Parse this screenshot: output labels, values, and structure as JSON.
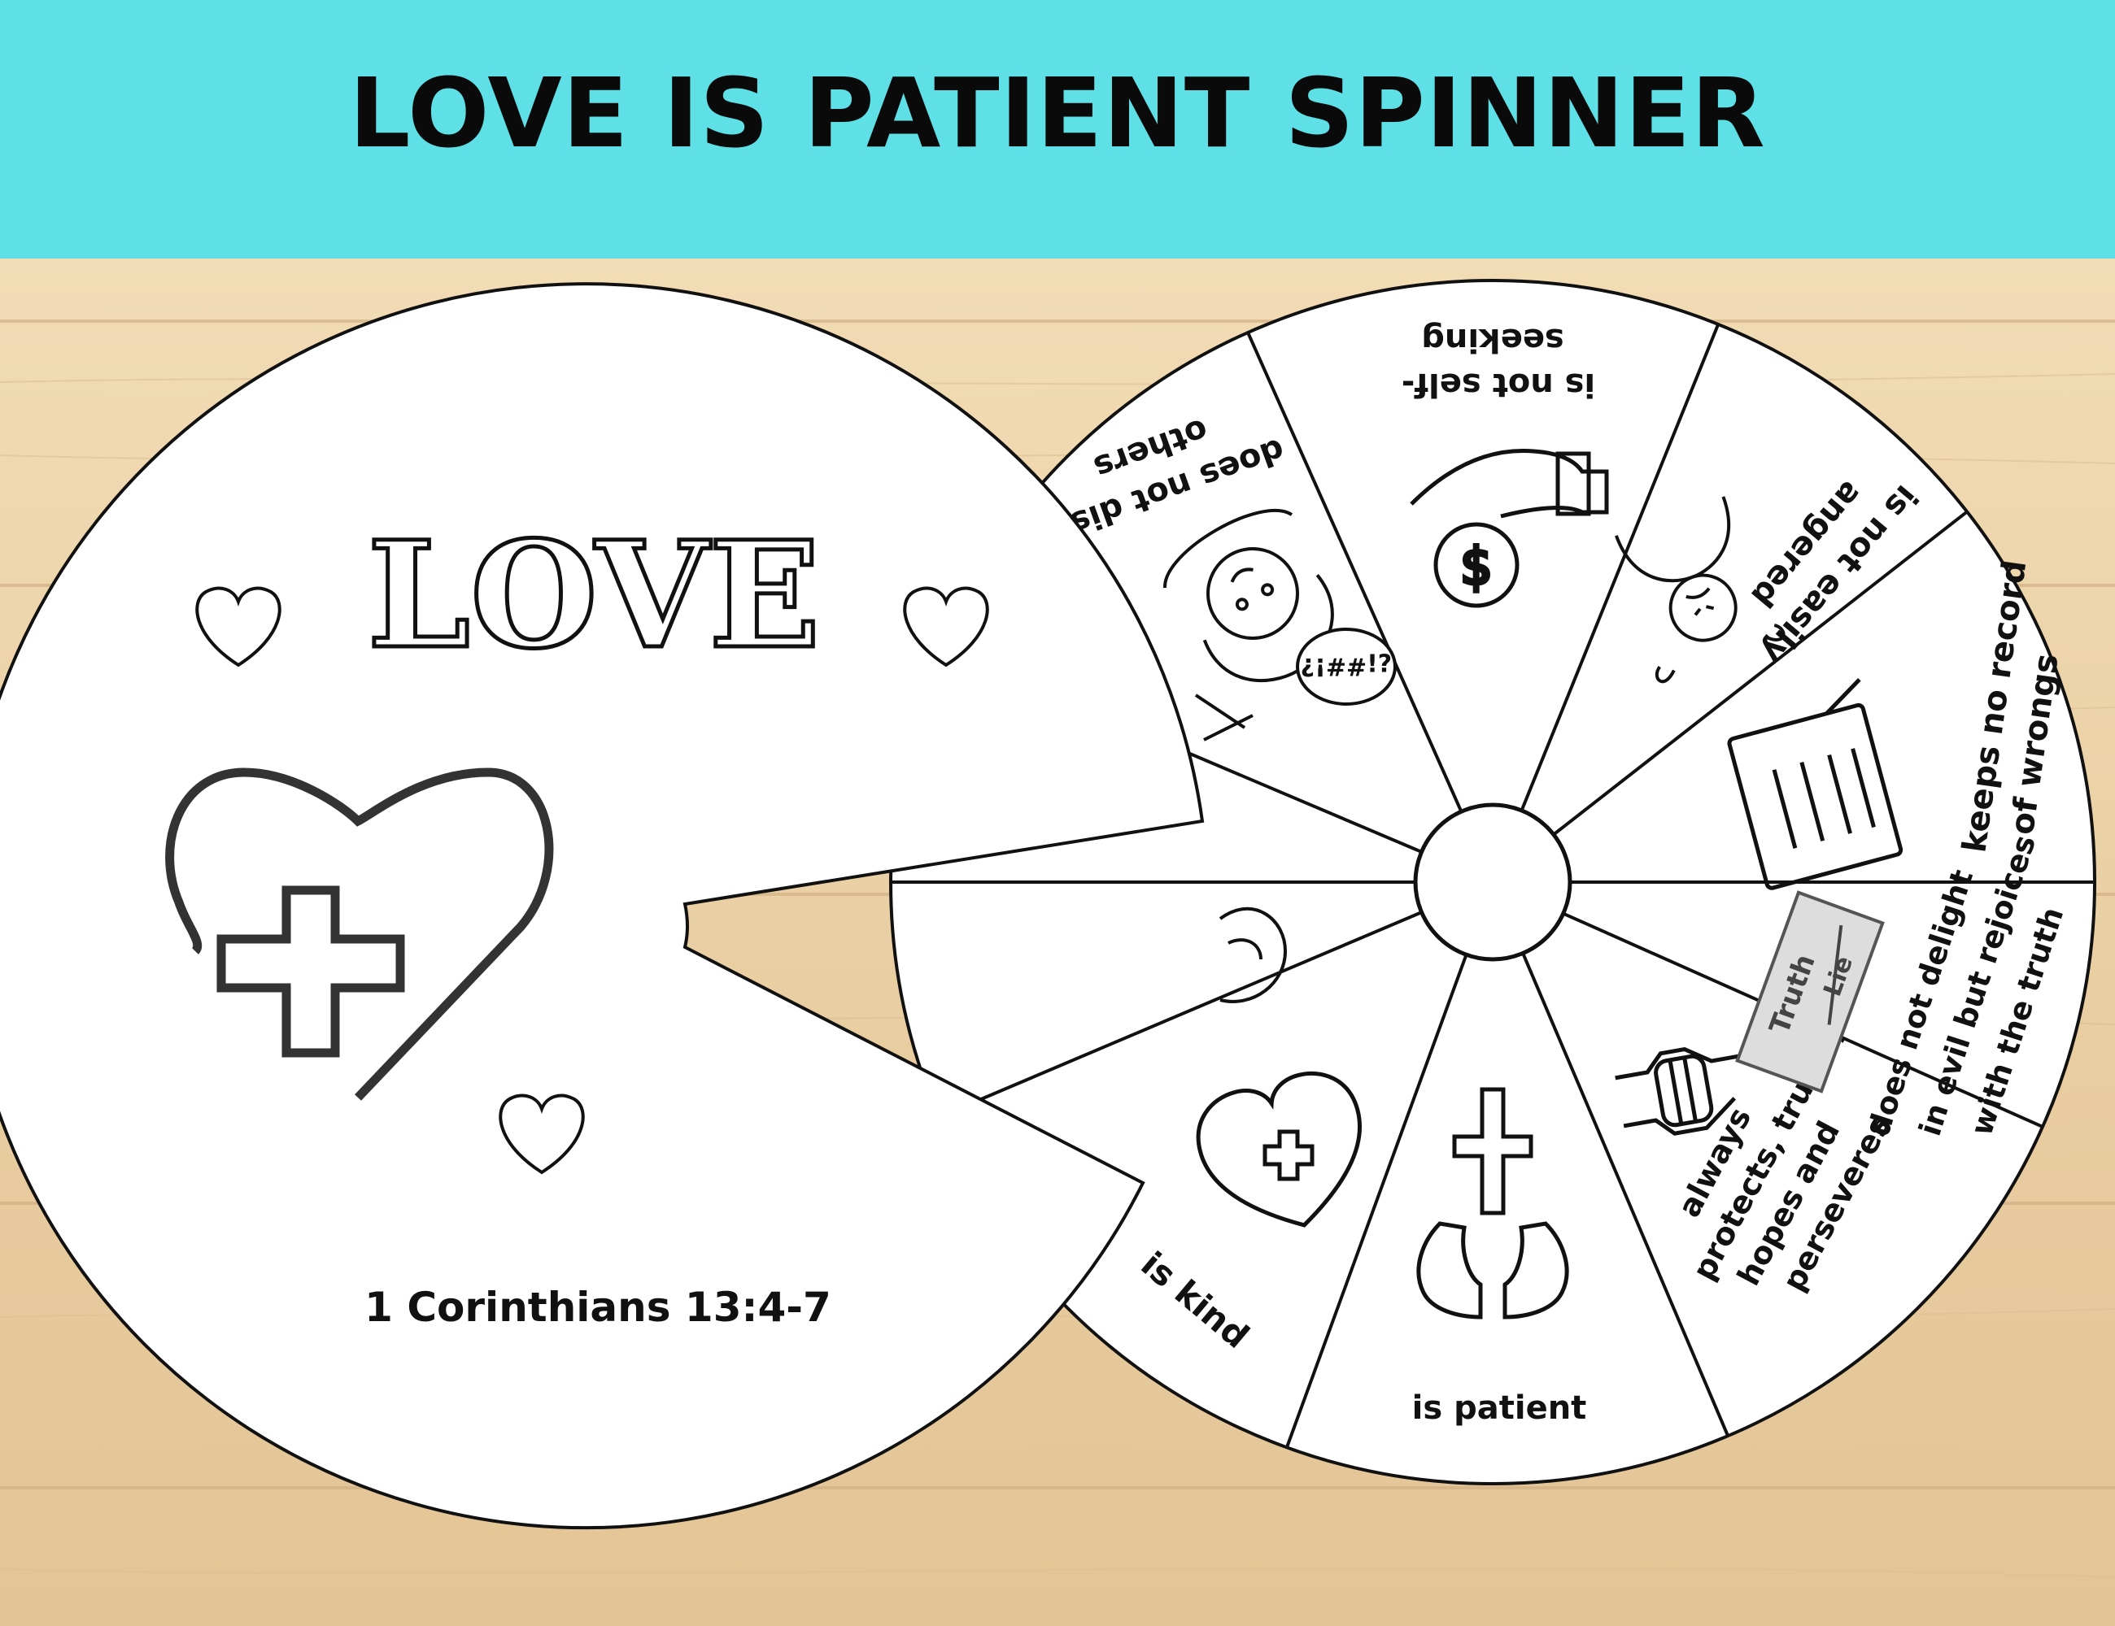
{
  "header": {
    "title": "LOVE IS PATIENT SPINNER"
  },
  "front_wheel": {
    "word": "LOVE",
    "reference": "1 Corinthians 13:4-7"
  },
  "spinner": {
    "sections": [
      {
        "label": "is patient",
        "icon": "praying-hands-cross-icon"
      },
      {
        "label": "always protects, trusts, hopes and perseveres",
        "icon": "handshake-icon"
      },
      {
        "label": "does not delight in evil but rejoices with the truth",
        "icon": "truth-lie-sign-icon"
      },
      {
        "label": "keeps no record of wrongs",
        "icon": "clipboard-icon"
      },
      {
        "label": "is not easily angered",
        "icon": "angry-person-icon"
      },
      {
        "label": "is not self-seeking",
        "icon": "hand-coin-icon"
      },
      {
        "label": "does not dishono others",
        "icon": "shouting-person-icon",
        "speech": "¿¡##!?"
      },
      {
        "label": "is kind",
        "icon": "heart-plus-icon"
      }
    ],
    "sign_truth": "Truth",
    "sign_lie": "Lie"
  },
  "colors": {
    "banner": "#5fe0e6",
    "wood": "#ecd3a8",
    "paper": "#ffffff",
    "ink": "#111111"
  }
}
